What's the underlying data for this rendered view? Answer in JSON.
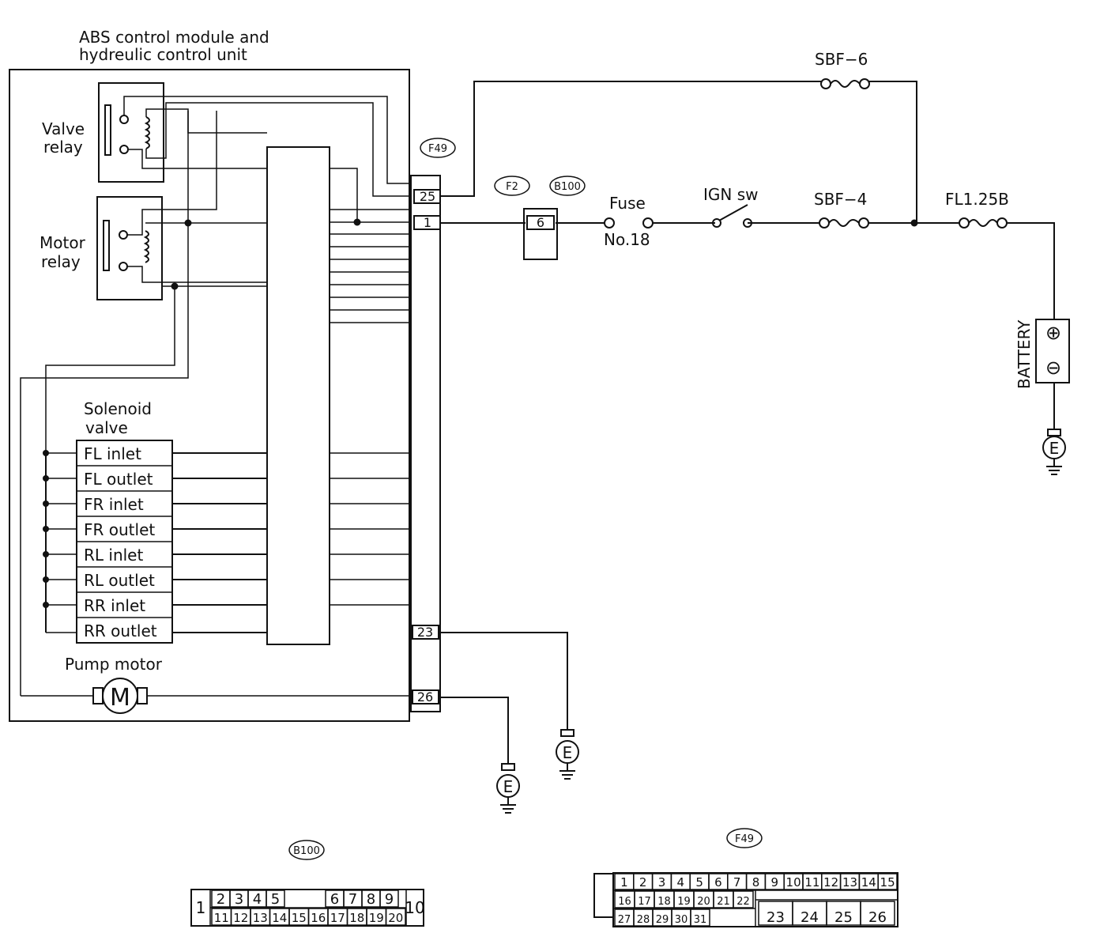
{
  "module_label": [
    "ABS control module and",
    "hydreulic control unit"
  ],
  "valve_relay_label": [
    "Valve",
    "relay"
  ],
  "motor_relay_label": [
    "Motor",
    "relay"
  ],
  "solenoid_label": [
    "Solenoid",
    "valve"
  ],
  "solenoids": [
    "FL inlet",
    "FL outlet",
    "FR inlet",
    "FR outlet",
    "RL inlet",
    "RL outlet",
    "RR inlet",
    "RR outlet"
  ],
  "pump_label": "Pump motor",
  "motor_symbol": "M",
  "connector_tags": {
    "f49": "F49",
    "f2": "F2",
    "b100": "B100"
  },
  "f49_pins": {
    "p25": "25",
    "p1": "1",
    "p23": "23",
    "p26": "26"
  },
  "f2_pin": "6",
  "fuse_label": [
    "Fuse",
    "No.18"
  ],
  "ign_label": "IGN sw",
  "sbf4_label": "SBF−4",
  "sbf6_label": "SBF−6",
  "fl_label": "FL1.25B",
  "battery_label": "BATTERY",
  "battery_plus": "⊕",
  "battery_minus": "⊖",
  "ground_label": "E",
  "b100_pinout": {
    "left": "1",
    "right": "10",
    "top": [
      "2",
      "3",
      "4",
      "5",
      "6",
      "7",
      "8",
      "9"
    ],
    "bottom": [
      "11",
      "12",
      "13",
      "14",
      "15",
      "16",
      "17",
      "18",
      "19",
      "20"
    ]
  },
  "f49_pinout": {
    "row1": [
      "1",
      "2",
      "3",
      "4",
      "5",
      "6",
      "7",
      "8",
      "9",
      "10",
      "11",
      "12",
      "13",
      "14",
      "15"
    ],
    "row2": [
      "16",
      "17",
      "18",
      "19",
      "20",
      "21",
      "22"
    ],
    "row3": [
      "27",
      "28",
      "29",
      "30",
      "31"
    ],
    "big": [
      "23",
      "24",
      "25",
      "26"
    ]
  }
}
